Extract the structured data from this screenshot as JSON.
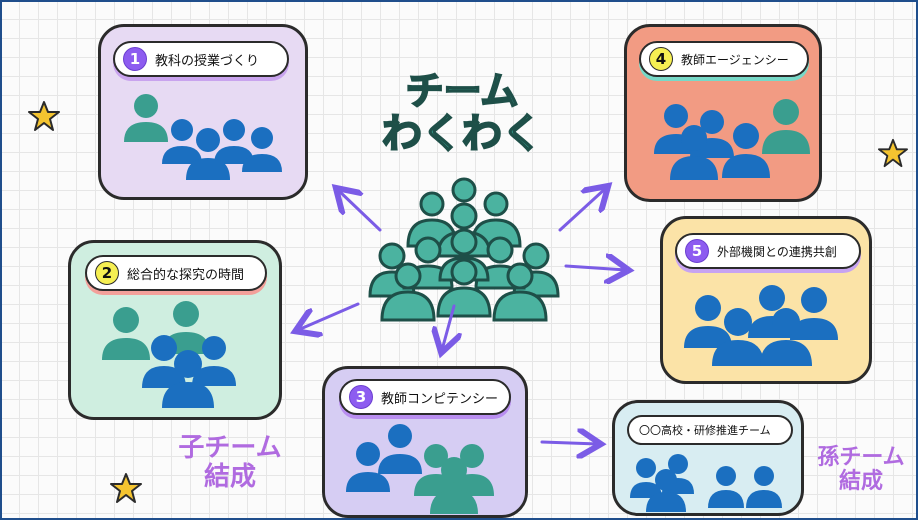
{
  "title": {
    "line1": "チーム",
    "line2": "わくわく"
  },
  "cards": [
    {
      "num": "1",
      "label": "教科の授業づくり",
      "bg": "#e7daf3",
      "accent": "#c9a3ee"
    },
    {
      "num": "2",
      "label": "総合的な探究の時間",
      "bg": "#cfeee0",
      "accent": "#f3a09a"
    },
    {
      "num": "3",
      "label": "教師コンピテンシー",
      "bg": "#d6cdf3",
      "accent": "#b98ef0"
    },
    {
      "num": "4",
      "label": "教師エージェンシー",
      "bg": "#f29b83",
      "accent": "#78d9c8"
    },
    {
      "num": "5",
      "label": "外部機関との連携共創",
      "bg": "#fbe3a7",
      "accent": "#c7a3f1"
    },
    {
      "num": "",
      "label": "〇〇高校・研修推進チーム",
      "bg": "#d8edf2",
      "accent": "#ffffff"
    }
  ],
  "side_labels": {
    "child": {
      "line1": "子チーム",
      "line2": "結成"
    },
    "grandchild": {
      "line1": "孫チーム",
      "line2": "結成"
    }
  },
  "colors": {
    "blue_people": "#1b6fc0",
    "teal_people": "#3a9e8f",
    "star_fill": "#f4c430",
    "arrow": "#7b5ce6"
  },
  "icons": [
    "people-group-icon",
    "star-icon",
    "arrow-icon"
  ]
}
